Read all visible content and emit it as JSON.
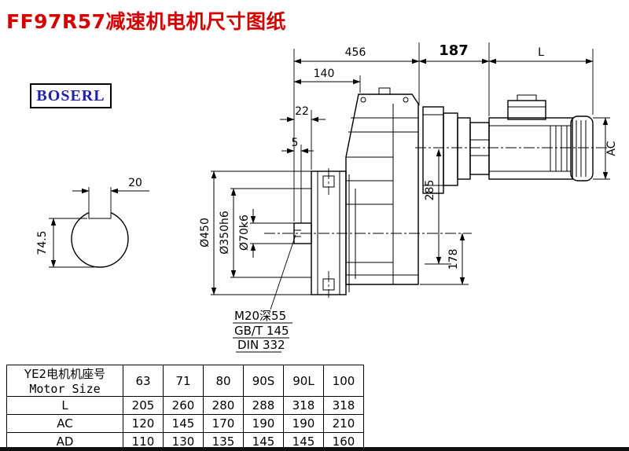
{
  "title": "FF97R57减速机电机尺寸图纸",
  "logo": "BOSERL",
  "colors": {
    "title": "#d40000",
    "logo": "#2020b0"
  },
  "drawing": {
    "dims": {
      "d456": "456",
      "d187": "187",
      "dL": "L",
      "d140": "140",
      "d22": "22",
      "d5": "5",
      "dAC": "AC",
      "d285": "285",
      "d178": "178",
      "dia450": "Ø450",
      "dia350": "Ø350h6",
      "dia70": "Ø70k6",
      "d20": "20",
      "d74_5": "74.5"
    },
    "notes": [
      "M20深55",
      "GB/T 145",
      "DIN 332"
    ]
  },
  "table": {
    "header": {
      "line1": "YE2电机机座号",
      "line2": "Motor Size"
    },
    "sizes": [
      "63",
      "71",
      "80",
      "90S",
      "90L",
      "100"
    ],
    "rows": [
      {
        "label": "L",
        "values": [
          "205",
          "260",
          "280",
          "288",
          "318",
          "318"
        ]
      },
      {
        "label": "AC",
        "values": [
          "120",
          "145",
          "170",
          "190",
          "190",
          "210"
        ]
      },
      {
        "label": "AD",
        "values": [
          "110",
          "130",
          "135",
          "145",
          "145",
          "160"
        ]
      }
    ]
  }
}
